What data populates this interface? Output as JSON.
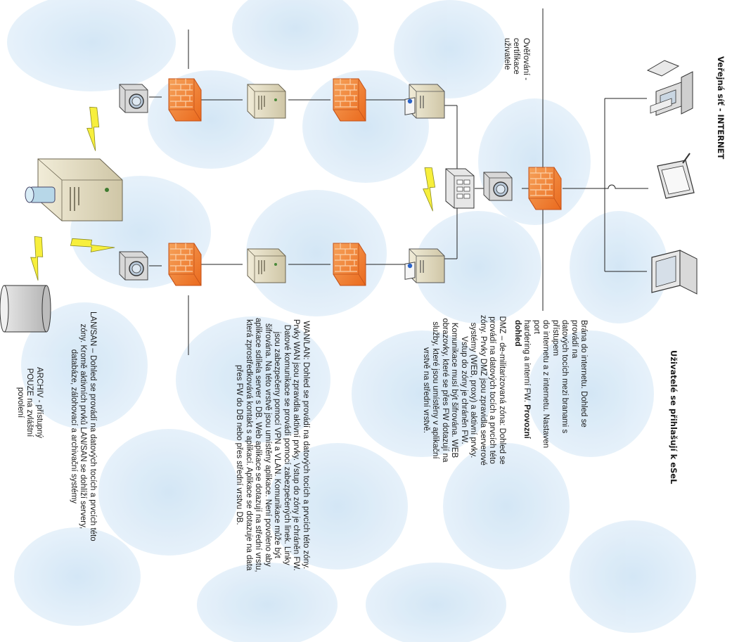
{
  "header": {
    "title": "Veřejná síť - INTERNET",
    "users_label": "Uživatelé se přihlašují k  eSeL"
  },
  "labels": {
    "auth": "Ověřování -\ncertifikace\nuživatele",
    "gateway": "Brána do internetu. Dohled se provádí na\ndatových tocích mezi branami s přístupem\ndo internetu a z internetu. Nastaven port\nhardering a interní FW.",
    "gateway_bold": "Provozní dohled",
    "dmz": "DMZ – de-militarizovaná zóna: Dohled se\nprovádí na datových tocích a prvcích této\nzóny. Prvky DMZ jsou zpravidla serverové\nsystémy (WEB, proxy) a aktivní prvky.\nVstup do zóny je chráněn FW.\nKomunikace musí být šifrována. WEB\nobrazovky, které se přes FW dotazují na\nslužby, které jsou umístěny v aplikační\nvrstvě na střední vrstvě.",
    "wan": "WAN/LAN: Dohled se provádí na datových tocích a prvcích této zóny.\nPrvky WAN jsou zpravidla aktivní prvky. Vstup do zóny je chráněn FW.\nDatové komunikace se provádí pomocí zabezpečených linek. Linky\njsou zabezpečeny pomocí VPN a VLAN. Komunikace může být\nšifrována. Na této vrstvě jsou umístěny aplikace. Není povoleno aby\naplikace sdílela server s DB. Web aplikace se dotazují na střední vrstu,\nkterá zprostředkovává kontakt s aplikací. Aplikace se dotazuje na data\npřes FW do DB nebo přes střední vrstvu DB.",
    "lan": "LAN/SAN – Dohled se provádí na datových tocích a prvcích této\nzóny. Kromě aktivních prvků LAN/SAN  se dohlíží servery,\ndatabáze, zálohovací  a archivační systémy",
    "archive": "ARCHIV - přístupný\nPOUZE na zvláštní\npovolení"
  },
  "icons": [
    "desktop-pc-icon",
    "tablet-icon",
    "laptop-icon",
    "firewall-icon",
    "server-icon",
    "web-server-icon",
    "certificate-device-icon",
    "switch-icon",
    "database-server-icon",
    "disk-archive-icon",
    "lightning-icon"
  ]
}
